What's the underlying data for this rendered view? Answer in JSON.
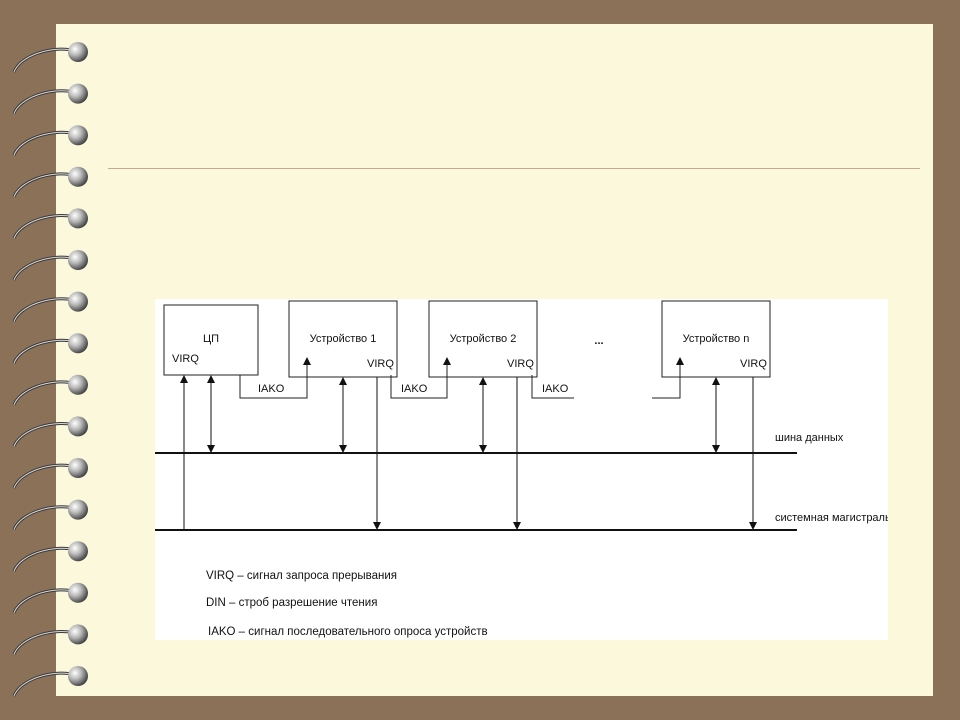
{
  "diagram": {
    "boxes": [
      {
        "id": "cpu",
        "label": "ЦП",
        "virq": "VIRQ"
      },
      {
        "id": "dev1",
        "label": "Устройство 1",
        "virq": "VIRQ"
      },
      {
        "id": "dev2",
        "label": "Устройство 2",
        "virq": "VIRQ"
      },
      {
        "id": "devn",
        "label": "Устройство n",
        "virq": "VIRQ"
      }
    ],
    "ellipsis": "...",
    "iako_labels": [
      "IAKO",
      "IAKO",
      "IAKO"
    ],
    "buses": {
      "data_bus": "шина данных",
      "system_bus": "системная магистраль"
    },
    "legend": [
      "VIRQ – сигнал запроса прерывания",
      "DIN – строб разрешение чтения",
      "IAKO – сигнал последовательного опроса устройств"
    ]
  }
}
